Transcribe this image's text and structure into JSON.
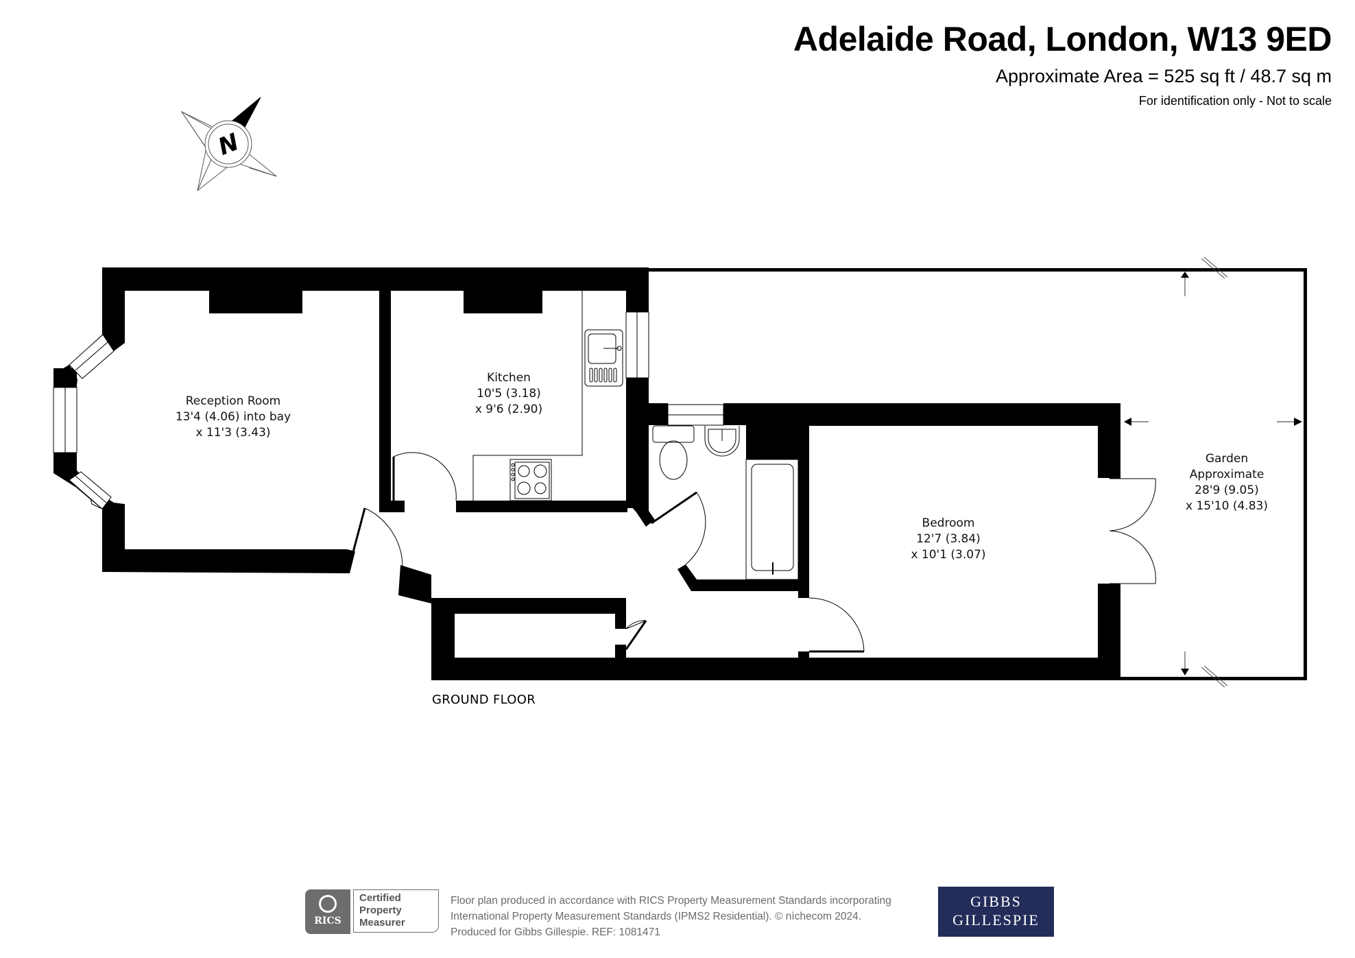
{
  "header": {
    "title": "Adelaide Road, London, W13 9ED",
    "area": "Approximate Area = 525 sq ft / 48.7 sq m",
    "disclaimer": "For identification only - Not to scale"
  },
  "compass": {
    "icon": "north-compass-icon",
    "letter": "N"
  },
  "rooms": [
    {
      "name": "Reception Room",
      "dim1": "13'4 (4.06) into bay",
      "dim2": "x 11'3 (3.43)"
    },
    {
      "name": "Kitchen",
      "dim1": "10'5 (3.18)",
      "dim2": "x 9'6 (2.90)"
    },
    {
      "name": "Bedroom",
      "dim1": "12'7 (3.84)",
      "dim2": "x 10'1 (3.07)"
    },
    {
      "name": "Garden",
      "dim0": "Approximate",
      "dim1": "28'9 (9.05)",
      "dim2": "x 15'10 (4.83)"
    }
  ],
  "floor_label": "GROUND FLOOR",
  "footer": {
    "rics_badge": "RICS",
    "certified_lines": [
      "Certified",
      "Property",
      "Measurer"
    ],
    "lines": [
      "Floor plan produced in accordance with RICS Property Measurement Standards incorporating",
      "International Property Measurement Standards (IPMS2 Residential).   © nìchecom 2024.",
      "Produced for Gibbs Gillespie.   REF:  1081471"
    ],
    "logo_line1": "GIBBS",
    "logo_line2": "GILLESPIE"
  },
  "colors": {
    "wall": "#000000",
    "logo_bg": "#242c5a",
    "rics_grey": "#6d6d6d",
    "footer_text": "#6a6a6a"
  }
}
